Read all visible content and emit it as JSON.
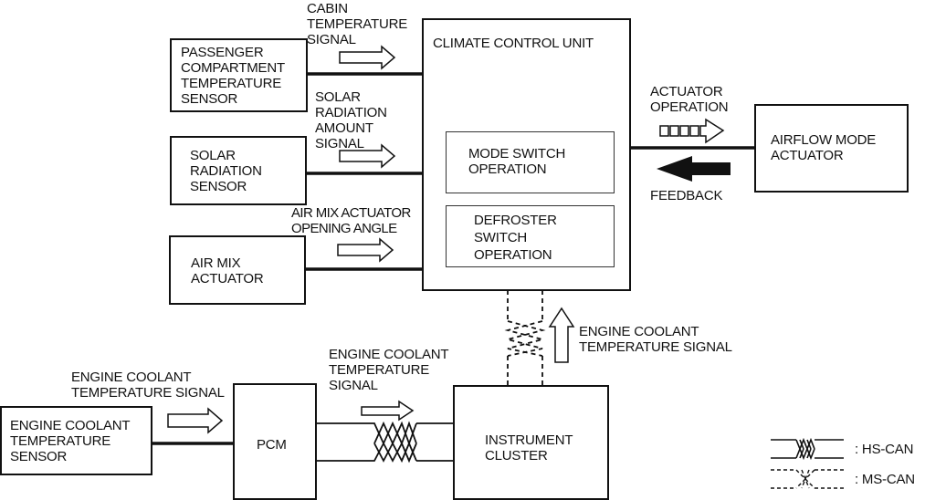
{
  "title": "Climate control airflow mode system diagram",
  "blocks": {
    "passenger_sensor": "PASSENGER\nCOMPARTMENT\nTEMPERATURE\nSENSOR",
    "solar_sensor": "SOLAR\nRADIATION\nSENSOR",
    "air_mix_actuator": "AIR MIX\nACTUATOR",
    "climate_control_unit": "CLIMATE CONTROL UNIT",
    "mode_switch": "MODE SWITCH\nOPERATION",
    "defroster_switch": "DEFROSTER\nSWITCH\nOPERATION",
    "airflow_mode_actuator": "AIRFLOW MODE\nACTUATOR",
    "ect_sensor": "ENGINE COOLANT\nTEMPERATURE\nSENSOR",
    "pcm": "PCM",
    "instrument_cluster": "INSTRUMENT\nCLUSTER"
  },
  "signals": {
    "cabin_temp": "CABIN\nTEMPERATURE\nSIGNAL",
    "solar_amount": "SOLAR\nRADIATION\nAMOUNT\nSIGNAL",
    "air_mix_angle": "AIR MIX ACTUATOR\nOPENING ANGLE",
    "actuator_operation": "ACTUATOR\nOPERATION",
    "feedback": "FEEDBACK",
    "ect_to_pcm": "ENGINE COOLANT\nTEMPERATURE SIGNAL",
    "ect_pcm_to_cluster": "ENGINE COOLANT\nTEMPERATURE\nSIGNAL",
    "ect_cluster_to_ccu": "ENGINE COOLANT\nTEMPERATURE SIGNAL"
  },
  "legend": {
    "hs_can": ": HS-CAN",
    "ms_can": ": MS-CAN"
  }
}
